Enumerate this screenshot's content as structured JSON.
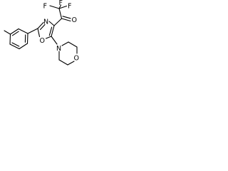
{
  "molecule": {
    "atoms": {
      "fluorine_1": "F",
      "fluorine_2": "F",
      "fluorine_3": "F",
      "carbonyl_oxygen": "O",
      "oxazole_nitrogen": "N",
      "oxazole_oxygen": "O",
      "morpholine_nitrogen": "N",
      "morpholine_oxygen": "O"
    }
  }
}
